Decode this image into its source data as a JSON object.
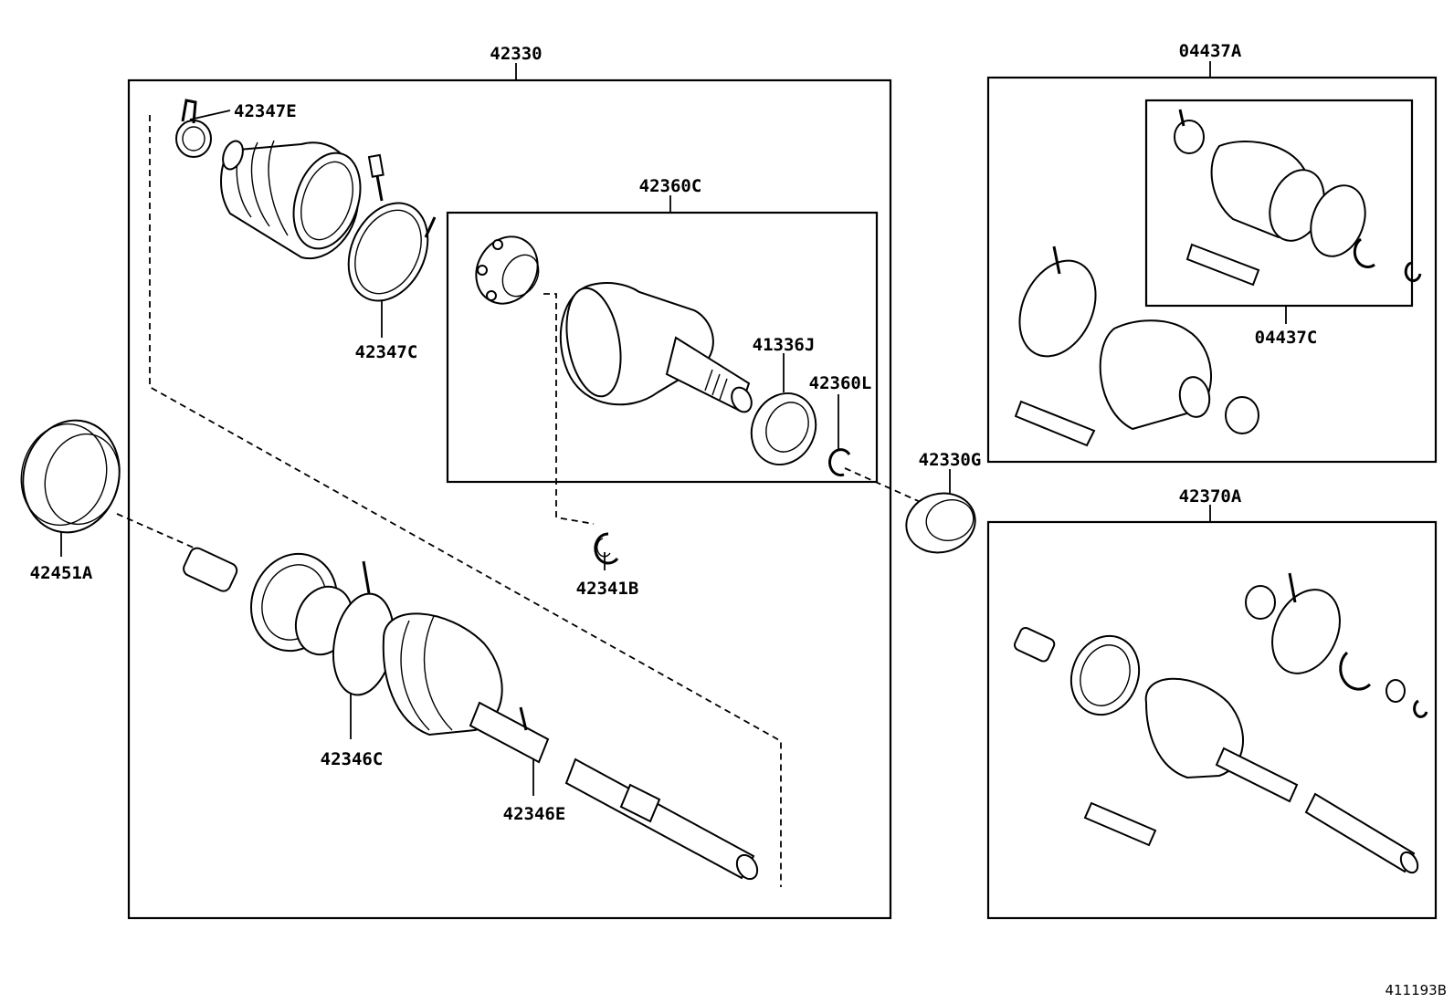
{
  "callouts": {
    "assembly_left": "42330",
    "clamp_outer_small": "42347E",
    "band_outer_large": "42347C",
    "inboard_joint_kit": "42360C",
    "oil_seal": "41336J",
    "snap_ring_inboard": "42360L",
    "snap_ring_cage": "42341B",
    "dust_deflector": "42451A",
    "band_inner_large": "42346C",
    "clamp_inner_small": "42346E",
    "bearing_seal": "42330G",
    "boot_kit_outer": "04437A",
    "boot_kit_inner": "04437C",
    "assembly_right": "42370A"
  },
  "figure_id": "411193B"
}
